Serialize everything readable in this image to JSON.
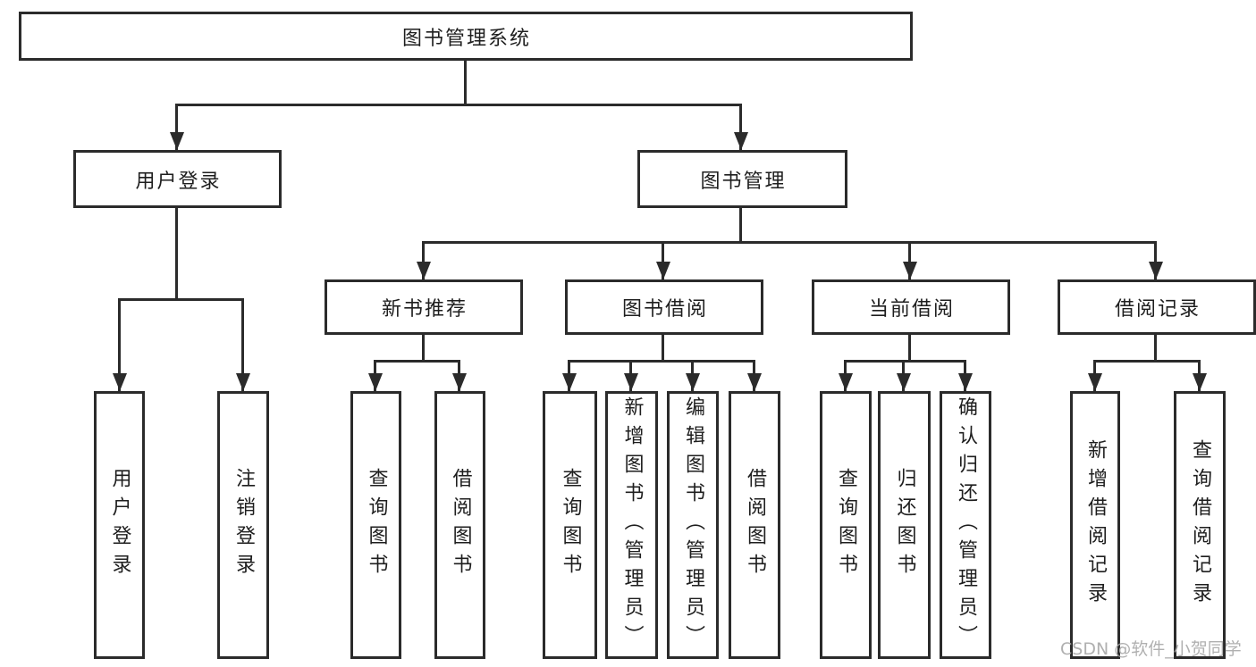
{
  "tree": {
    "label": "图书管理系统",
    "children": [
      {
        "label": "用户登录",
        "children": [
          {
            "label": "用户登录"
          },
          {
            "label": "注销登录"
          }
        ]
      },
      {
        "label": "图书管理",
        "children": [
          {
            "label": "新书推荐",
            "children": [
              {
                "label": "查询图书"
              },
              {
                "label": "借阅图书"
              }
            ]
          },
          {
            "label": "图书借阅",
            "children": [
              {
                "label": "查询图书"
              },
              {
                "label": "新增图书（管理员）"
              },
              {
                "label": "编辑图书（管理员）"
              },
              {
                "label": "借阅图书"
              }
            ]
          },
          {
            "label": "当前借阅",
            "children": [
              {
                "label": "查询图书"
              },
              {
                "label": "归还图书"
              },
              {
                "label": "确认归还（管理员）"
              }
            ]
          },
          {
            "label": "借阅记录",
            "children": [
              {
                "label": "新增借阅记录"
              },
              {
                "label": "查询借阅记录"
              }
            ]
          }
        ]
      }
    ]
  },
  "watermark": {
    "text": "CSDN @软件_小贺同学"
  },
  "colors": {
    "line": "#2b2b2b",
    "text": "#1e1e1e",
    "watermark": "#a8a8a8",
    "background": "#ffffff"
  }
}
